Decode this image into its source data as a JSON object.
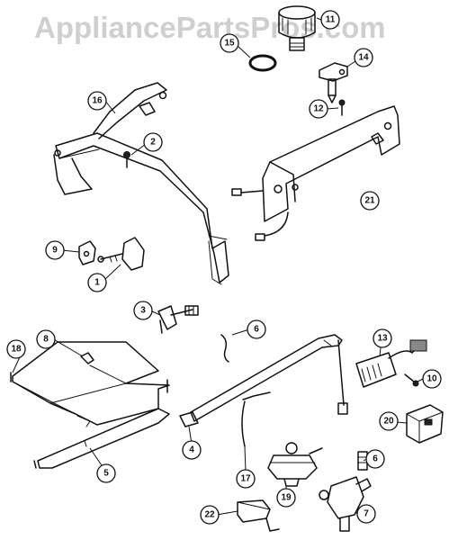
{
  "watermark": "AppliancePartsPros.com",
  "callouts": {
    "c1": "1",
    "c2": "2",
    "c3": "3",
    "c4": "4",
    "c5": "5",
    "c6a": "6",
    "c6b": "6",
    "c7": "7",
    "c8": "8",
    "c9": "9",
    "c10": "10",
    "c11": "11",
    "c12": "12",
    "c13": "13",
    "c14": "14",
    "c15": "15",
    "c16": "16",
    "c17": "17",
    "c18": "18",
    "c19": "19",
    "c20": "20",
    "c21": "21",
    "c22": "22"
  }
}
